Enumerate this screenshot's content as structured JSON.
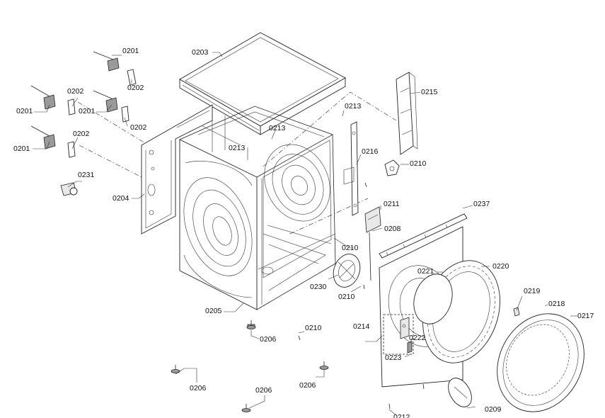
{
  "diagram": {
    "labels": {
      "l0201a": "0201",
      "l0201b": "0201",
      "l0201c": "0201",
      "l0201d": "0201",
      "l0202a": "0202",
      "l0202b": "0202",
      "l0202c": "0202",
      "l0202d": "0202",
      "l0203": "0203",
      "l0204": "0204",
      "l0205": "0205",
      "l0206a": "0206",
      "l0206b": "0206",
      "l0206c": "0206",
      "l0206d": "0206",
      "l0208": "0208",
      "l0209": "0209",
      "l0210a": "0210",
      "l0210b": "0210",
      "l0210c": "0210",
      "l0210d": "0210",
      "l0211": "0211",
      "l0213a": "0213",
      "l0213b": "0213",
      "l0213c": "0213",
      "l0214": "0214",
      "l0215": "0215",
      "l0216": "0216",
      "l0217": "0217",
      "l0218": "0218",
      "l0219": "0219",
      "l0220": "0220",
      "l0221": "0221",
      "l0222": "0222",
      "l0223": "0223",
      "l0230": "0230",
      "l0231": "0231",
      "l0237": "0237",
      "l0212": "0212"
    }
  }
}
